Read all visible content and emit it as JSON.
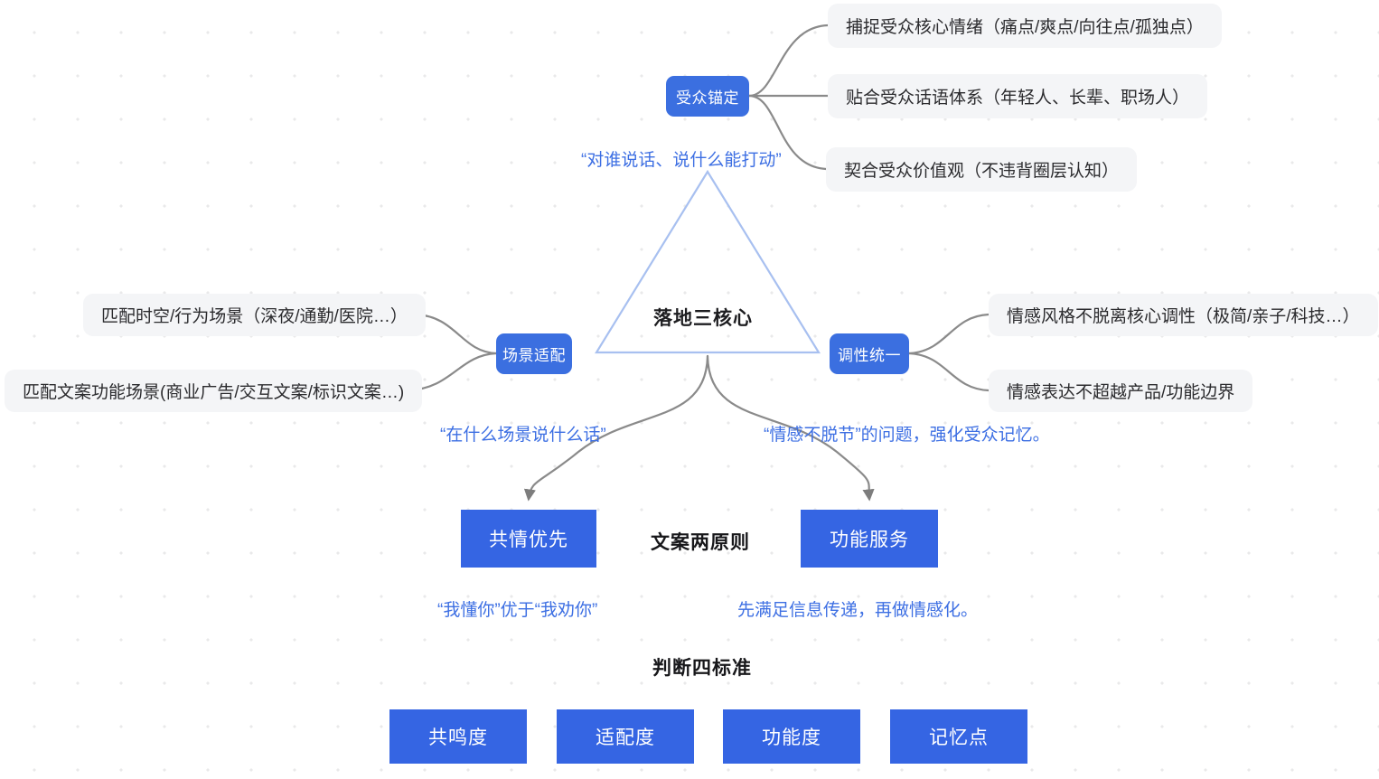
{
  "diagram": {
    "center": {
      "triangle_label": "落地三核心"
    },
    "nodes": {
      "audience": "受众锚定",
      "scene": "场景适配",
      "tone": "调性统一"
    },
    "branch_cards": {
      "audience": [
        "捕捉受众核心情绪（痛点/爽点/向往点/孤独点）",
        "贴合受众话语体系（年轻人、长辈、职场人）",
        "契合受众价值观（不违背圈层认知）"
      ],
      "scene": [
        "匹配时空/行为场景（深夜/通勤/医院…）",
        "匹配文案功能场景(商业广告/交互文案/标识文案…)"
      ],
      "tone": [
        "情感风格不脱离核心调性（极简/亲子/科技…）",
        "情感表达不超越产品/功能边界"
      ]
    },
    "notes": {
      "audience": "“对谁说话、说什么能打动”",
      "scene": "“在什么场景说什么话”",
      "tone": "“情感不脱节”的问题，强化受众记忆。",
      "empathy": "“我懂你”优于“我劝你”",
      "function": "先满足信息传递，再做情感化。"
    },
    "principles": {
      "heading": "文案两原则",
      "items": [
        "共情优先",
        "功能服务"
      ]
    },
    "criteria": {
      "heading": "判断四标准",
      "items": [
        "共鸣度",
        "适配度",
        "功能度",
        "记忆点"
      ]
    },
    "colors": {
      "node_blue": "#3b6fe0",
      "rect_blue": "#3565e3",
      "card_gray": "#f4f5f7",
      "note_blue": "#3d6fe3",
      "triangle_stroke": "#a8c0f0",
      "wire_gray": "#8a8a8a"
    }
  }
}
